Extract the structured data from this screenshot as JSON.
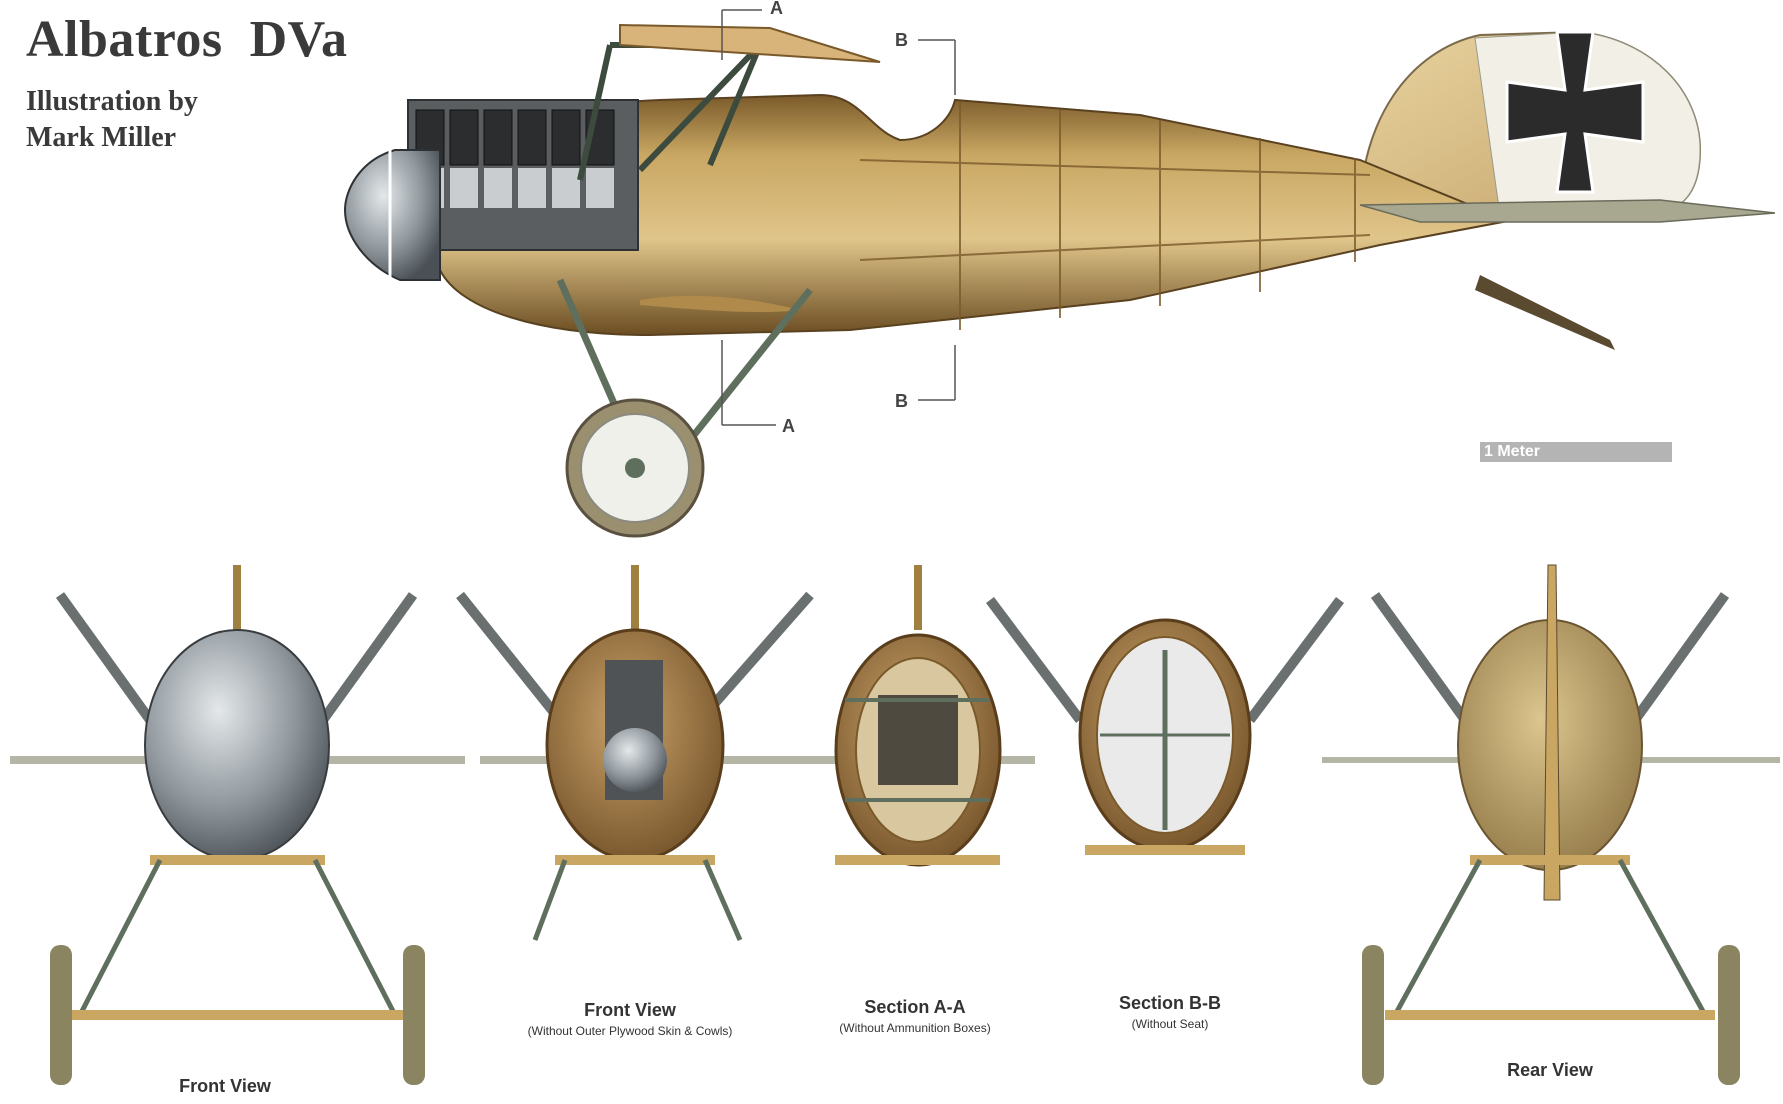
{
  "header": {
    "title": "Albatros  DVa",
    "credit_line1": "Illustration by",
    "credit_line2": "Mark Miller"
  },
  "section_markers": {
    "a_top": "A",
    "a_bottom": "A",
    "b_top": "B",
    "b_bottom": "B"
  },
  "scale": {
    "label": "1 Meter"
  },
  "views": [
    {
      "title": "Front View",
      "subtitle": ""
    },
    {
      "title": "Front View",
      "subtitle": "(Without Outer Plywood Skin & Cowls)"
    },
    {
      "title": "Section A-A",
      "subtitle": "(Without Ammunition Boxes)"
    },
    {
      "title": "Section B-B",
      "subtitle": "(Without Seat)"
    },
    {
      "title": "Rear View",
      "subtitle": ""
    }
  ],
  "colors": {
    "plywood": "#c9a763",
    "plywood_dark": "#8a6a34",
    "metal": "#8e969c",
    "strut": "#5f6f5e",
    "iron_cross": "#2b2b2b"
  }
}
